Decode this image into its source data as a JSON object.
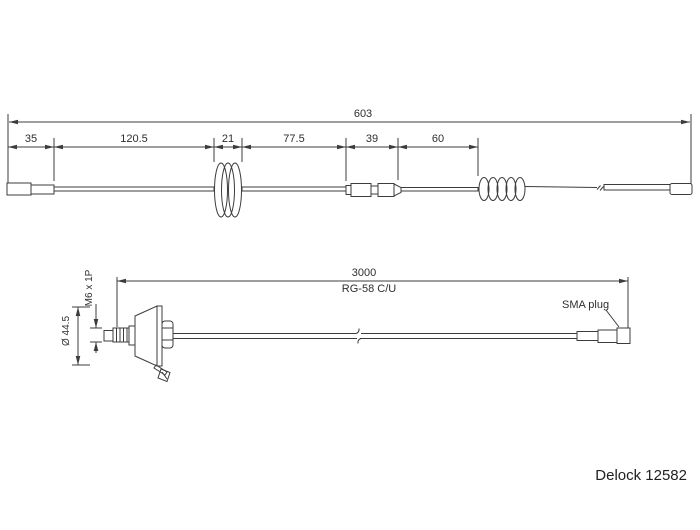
{
  "drawing": {
    "top_view": {
      "total_length_label": "603",
      "segment_labels": [
        "35",
        "120.5",
        "21",
        "77.5",
        "39",
        "60"
      ]
    },
    "bottom_view": {
      "cable_length_label": "3000",
      "cable_type_label": "RG-58 C/U",
      "connector_callout": "SMA plug",
      "base_diameter_label": "Ø 44.5",
      "thread_label": "M6 x 1P"
    },
    "footer": {
      "product_label": "Delock 12582"
    },
    "colors": {
      "line": "#3c3c3c",
      "text": "#2e2e2e",
      "background": "#ffffff"
    }
  }
}
